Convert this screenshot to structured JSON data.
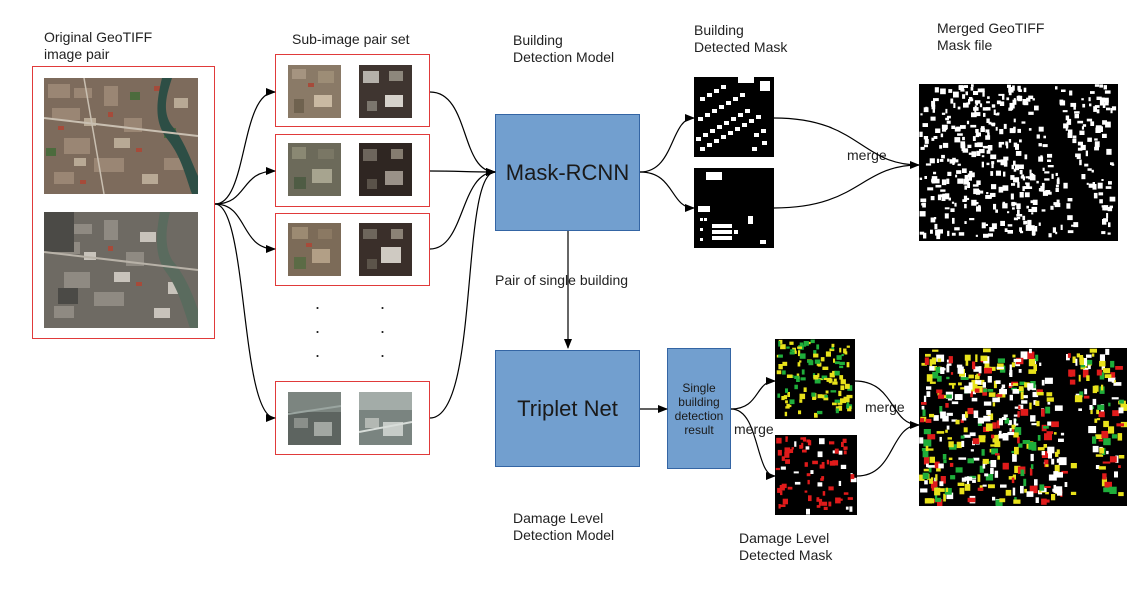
{
  "labels": {
    "original": "Original GeoTIFF\nimage pair",
    "subimage": "Sub-image pair set",
    "building_model": "Building\nDetection Model",
    "building_mask": "Building\nDetected Mask",
    "merged_mask": "Merged GeoTIFF\nMask file",
    "pair_single": "Pair of single building",
    "damage_model": "Damage Level\nDetection Model",
    "damage_mask": "Damage Level\nDetected Mask",
    "merge_top": "merge",
    "merge_mid": "merge",
    "merge_bottom": "merge",
    "dots": "."
  },
  "nodes": {
    "mask_rcnn": "Mask-RCNN",
    "triplet_net": "Triplet Net",
    "single_result": "Single\nbuilding\ndetection\nresult"
  },
  "colors": {
    "box_blue": "#729fcf",
    "box_border": "#3465a4",
    "frame_red": "#e03a3a",
    "damage_green": "#1fae3b",
    "damage_yellow": "#e8e21a",
    "damage_red": "#e01b1b"
  }
}
